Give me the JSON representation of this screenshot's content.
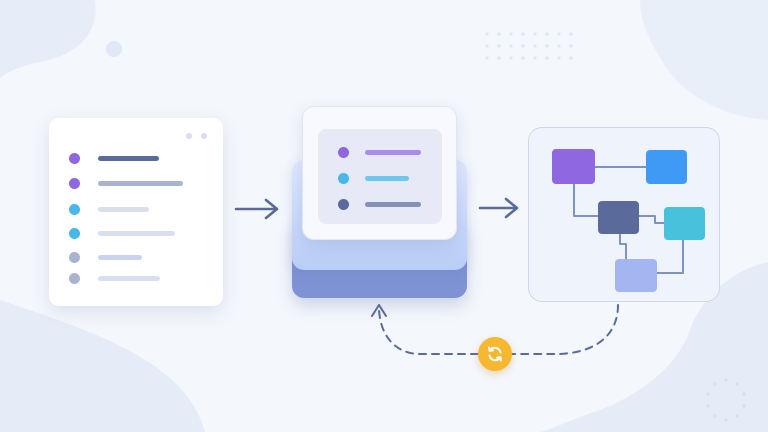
{
  "colors": {
    "background": "#f4f7fc",
    "purple": "#8f67e0",
    "cyan": "#47b8e8",
    "gray": "#a9b2cf",
    "navy": "#5a6a9a",
    "blue": "#3f9af5",
    "teal": "#48c1dc",
    "lavender": "#a3b6f1",
    "arrow": "#5a6a9a",
    "cycle": "#f7b731"
  },
  "list_card": {
    "rows": [
      {
        "bullet": "#8f67e0",
        "line": "#5a6a9a"
      },
      {
        "bullet": "#8f67e0",
        "line": "#a9b2cf"
      },
      {
        "bullet": "#47b8e8",
        "line": "#d8e0f0"
      },
      {
        "bullet": "#47b8e8",
        "line": "#d8e0f0"
      },
      {
        "bullet": "#a9b2cf",
        "line": "#c8d3ee"
      },
      {
        "bullet": "#a9b2cf",
        "line": "#d8e0f0"
      }
    ]
  },
  "stack_card": {
    "rows": [
      {
        "bullet": "#8f67e0",
        "line": "#a88bea"
      },
      {
        "bullet": "#47b8e8",
        "line": "#6ec8ee"
      },
      {
        "bullet": "#5a6a9a",
        "line": "#8592b5"
      }
    ]
  },
  "flowchart": {
    "nodes": [
      "purple-node",
      "blue-node",
      "navy-node",
      "teal-node",
      "lavender-node"
    ]
  },
  "icons": {
    "forward_arrows": "arrow-right-icon",
    "loop": "refresh-icon"
  }
}
